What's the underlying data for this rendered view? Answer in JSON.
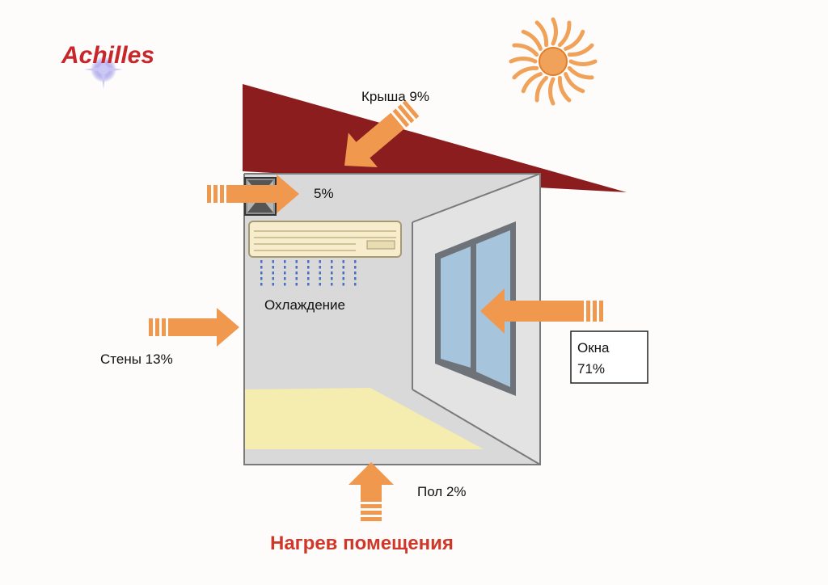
{
  "brand": {
    "name": "Achilles"
  },
  "labels": {
    "roof": "Крыша 9%",
    "vent": "5%",
    "cooling": "Охлаждение",
    "walls": "Стены 13%",
    "windows_name": "Окна",
    "windows_value": "71%",
    "floor": "Пол 2%"
  },
  "title": "Нагрев помещения",
  "colors": {
    "roof": "#8b1d1f",
    "room_wall": "#d9d9d9",
    "arrow": "#f0984e",
    "window_glass": "#a6c4dc",
    "window_frame": "#6e7379",
    "floor_light": "#f5ecb0",
    "title": "#d0372b",
    "sun": "#f0a25a",
    "cooling_dots": "#4a6ec0"
  },
  "icons": [
    "sun-icon",
    "air-conditioner-icon",
    "vent-icon",
    "logo-star-icon"
  ]
}
